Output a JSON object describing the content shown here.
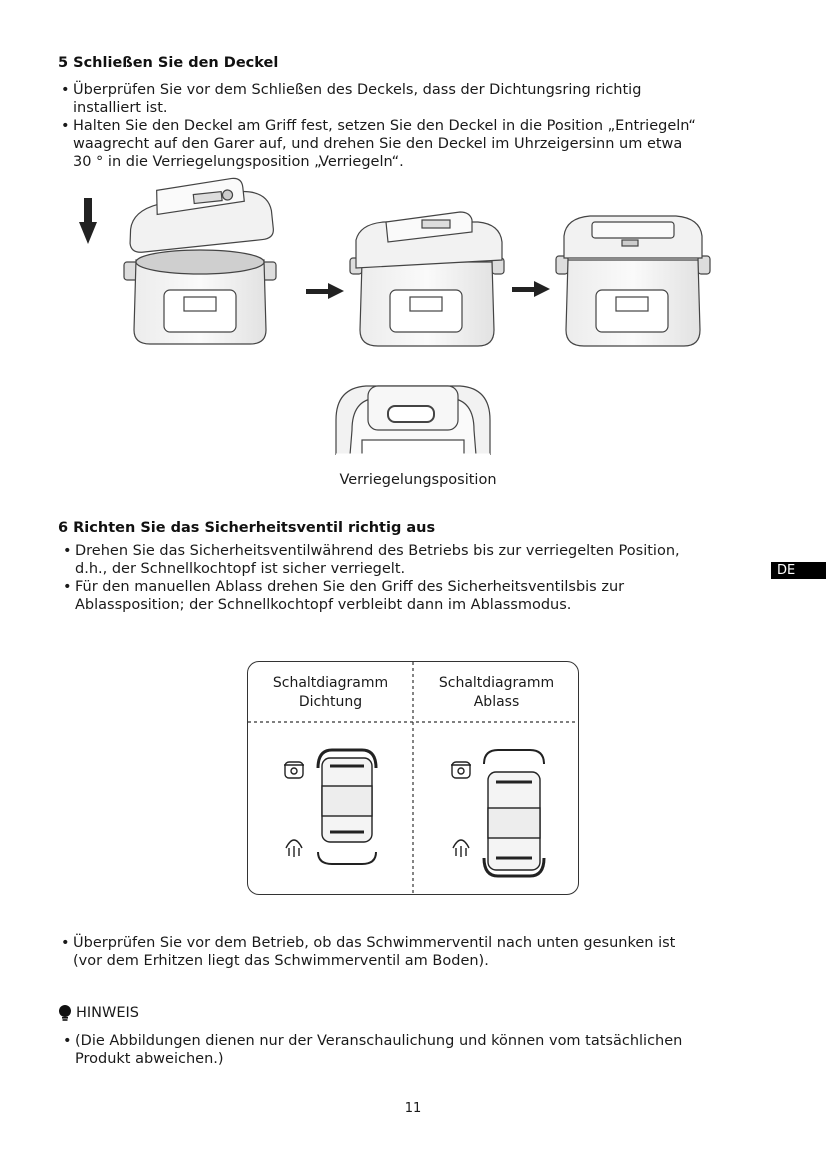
{
  "section5": {
    "title": "5 Schließen Sie den Deckel",
    "bullets": [
      [
        "Überprüfen Sie vor dem Schließen des Deckels, dass der Dichtungsring richtig",
        "installiert ist."
      ],
      [
        "Halten Sie den Deckel am Griff fest, setzen Sie den Deckel in die Position „Entriegeln“",
        "waagrecht auf den Garer auf, und drehen Sie den Deckel im Uhrzeigersinn um etwa",
        "30 ° in die Verriegelungsposition „Verriegeln“."
      ]
    ],
    "caption": "Verriegelungsposition"
  },
  "section6": {
    "title": "6 Richten Sie das Sicherheitsventil richtig aus",
    "bullets": [
      [
        "Drehen Sie das Sicherheitsventilwährend des Betriebs bis zur verriegelten Position,",
        "d.h., der Schnellkochtopf ist sicher verriegelt."
      ],
      [
        "Für den manuellen Ablass drehen Sie den Griff des Sicherheitsventilsbis zur",
        "Ablassposition; der Schnellkochtopf verbleibt dann im Ablassmodus."
      ]
    ],
    "diagram": {
      "left_title": [
        "Schaltdiagramm",
        "Dichtung"
      ],
      "right_title": [
        "Schaltdiagramm",
        "Ablass"
      ]
    },
    "after_bullet": [
      "Überprüfen Sie vor dem Betrieb, ob das Schwimmerventil nach unten gesunken ist",
      "(vor dem Erhitzen liegt das Schwimmerventil am Boden)."
    ]
  },
  "note": {
    "label": "HINWEIS",
    "text": [
      "(Die Abbildungen dienen nur der Veranschaulichung und können vom tatsächlichen",
      "Produkt abweichen.)"
    ]
  },
  "lang_tab": "DE",
  "page_number": "11",
  "icons": [
    "arrow-down-icon",
    "arrow-right-icon",
    "lightbulb-icon",
    "lock-pot-icon",
    "steam-release-icon"
  ]
}
